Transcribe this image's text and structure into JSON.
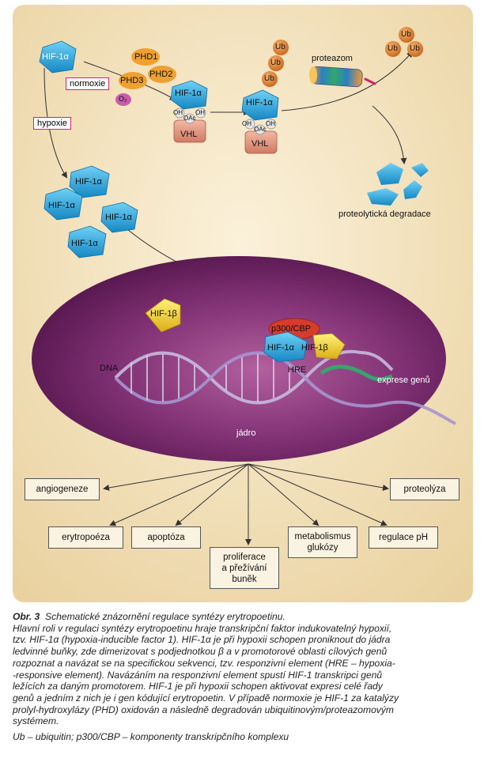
{
  "labels": {
    "hif_top": "HIF-1α",
    "normoxie": "normoxie",
    "hypoxie": "hypoxie",
    "phd1": "PHD1",
    "phd2": "PHD2",
    "phd3": "PHD3",
    "o2": "O₂",
    "hif_mid": "HIF-1α",
    "oh": "OH",
    "oac": "OAc",
    "vhl": "VHL",
    "ub": "Ub",
    "proteazom": "proteazom",
    "hif_hyp": "HIF-1α",
    "degradace": "proteolytická degradace",
    "hif1b": "HIF-1β",
    "p300": "p300/CBP",
    "hif1a_complex": "HIF-1α",
    "hif1b_complex": "HIF-1β",
    "dna": "DNA",
    "hre": "HRE",
    "exprese": "exprese genů",
    "jadro": "jádro"
  },
  "outcomes": {
    "angiogeneze": "angiogeneze",
    "proteolyza": "proteolýza",
    "erytropoeza": "erytropoéza",
    "apoptoza": "apoptóza",
    "metabolismus_1": "metabolismus",
    "metabolismus_2": "glukózy",
    "regulace": "regulace pH",
    "proliferace_1": "proliferace",
    "proliferace_2": "a přežívání",
    "proliferace_3": "buněk"
  },
  "caption": {
    "number": "Obr. 3",
    "title": "Schematické znázornění regulace syntézy erytropoetinu.",
    "body": [
      "Hlavní roli v regulaci syntézy erytropoetinu hraje transkripční faktor indukovatelný hypoxií,",
      "tzv. HIF-1α (hypoxia-inducible factor 1). HIF-1α je při hypoxii schopen proniknout do jádra",
      "ledvinné buňky, zde dimerizovat s podjednotkou β a v promotorové oblasti cílových genů",
      "rozpoznat a navázat se na specifickou sekvenci, tzv. responzivní element (HRE – hypoxia-",
      "-responsive element). Navázáním na responzivní element spustí HIF-1 transkripci genů",
      "ležících za daným promotorem. HIF-1 je při hypoxii schopen aktivovat expresi celé řady",
      "genů a jedním z nich je i gen kódující erytropoetin. V případě normoxie je HIF-1 za katalýzy",
      "prolyl-hydroxylázy (PHD) oxidován a následně degradován ubiquitinovým/proteazomovým",
      "systémem."
    ],
    "abbrev": "Ub – ubiquitin; p300/CBP – komponenty transkripčního komplexu"
  },
  "colors": {
    "background": "#f4e3be",
    "nucleus": "#7a2a6e",
    "hif1a": "#2aa2dc",
    "hif1b": "#f3d43a",
    "phd": "#f0a030",
    "ub": "#e07b2a",
    "vhl": "#e39a84",
    "dna": "#b7a9d6",
    "hre": "#3aa36e"
  }
}
